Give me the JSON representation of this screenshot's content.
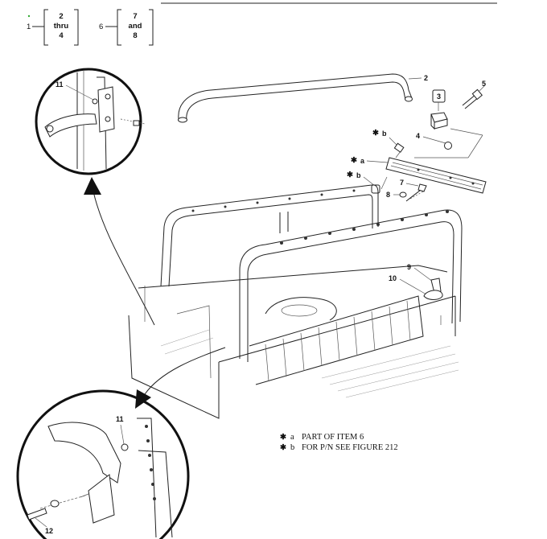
{
  "key_boxes": {
    "box1": {
      "left_num": "1",
      "top": "2",
      "mid": "thru",
      "bot": "4"
    },
    "box2": {
      "left_num": "6",
      "top": "7",
      "mid": "and",
      "bot": "8"
    }
  },
  "callouts": {
    "c2": "2",
    "c3": "3",
    "c4": "4",
    "c5": "5",
    "c7": "7",
    "c8": "8",
    "c9": "9",
    "c10": "10",
    "c11_top": "11",
    "c11_bottom": "11",
    "c12": "12",
    "ca": "a",
    "cb1": "b",
    "cb2": "b"
  },
  "notes": [
    {
      "mark": "a",
      "text": "PART OF ITEM 6"
    },
    {
      "mark": "b",
      "text": "FOR P/N SEE FIGURE 212"
    }
  ]
}
